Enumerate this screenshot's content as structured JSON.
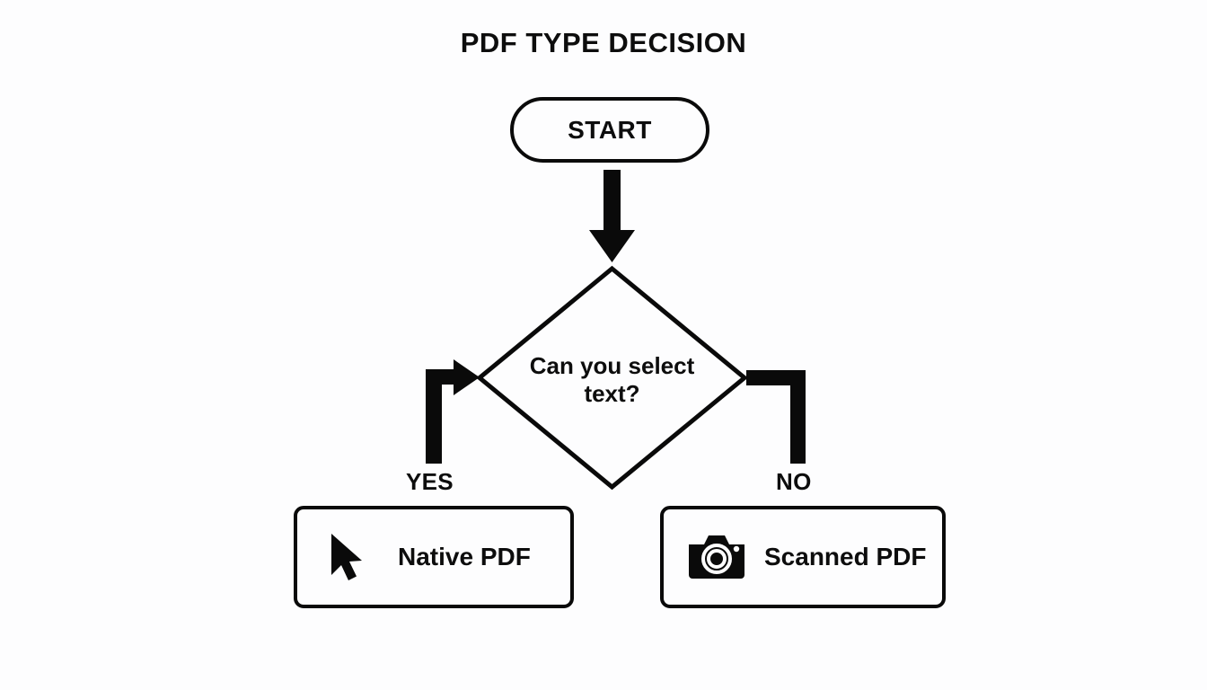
{
  "diagram": {
    "title": "PDF TYPE DECISION",
    "type": "flowchart",
    "background_color": "#fdfdfe",
    "stroke_color": "#0a0a0a",
    "text_color": "#0d0d0d",
    "nodes": {
      "start": {
        "label": "START",
        "shape": "stadium"
      },
      "decision": {
        "shape": "diamond",
        "line1": "Can you select",
        "line2": "text?"
      },
      "native": {
        "shape": "rounded-rect",
        "label": "Native PDF",
        "icon": "mouse-cursor-icon"
      },
      "scanned": {
        "shape": "rounded-rect",
        "label": "Scanned PDF",
        "icon": "camera-icon"
      }
    },
    "branches": {
      "yes": "YES",
      "no": "NO"
    }
  }
}
